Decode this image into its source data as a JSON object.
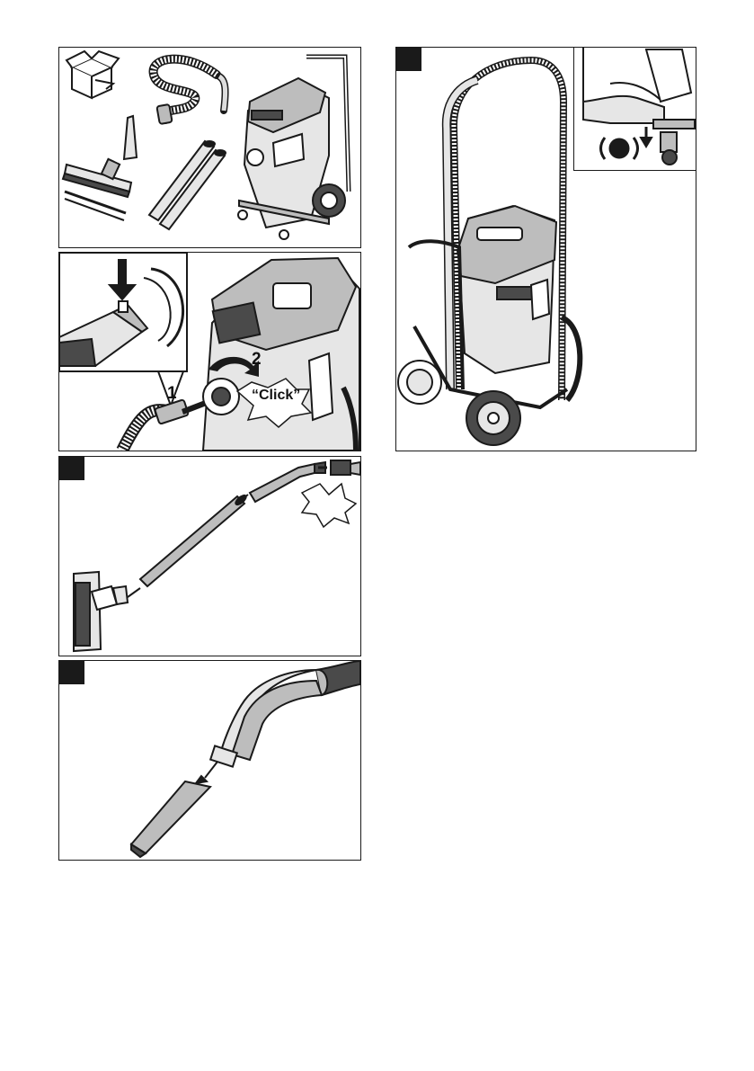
{
  "panels": [
    {
      "id": "scope-of-delivery",
      "label": "",
      "items": [
        "carton-icon",
        "suction-hose",
        "hose-handle",
        "crevice-nozzle",
        "floor-nozzle",
        "extension-tubes",
        "vacuum-cleaner"
      ]
    },
    {
      "id": "connect-hose",
      "label": "",
      "steps": [
        "1",
        "2"
      ],
      "sound": "“Click”"
    },
    {
      "id": "assemble-tubes",
      "label": ""
    },
    {
      "id": "attach-crevice-nozzle",
      "label": ""
    },
    {
      "id": "trolley-brake",
      "label": "",
      "icon": "brake-lock-icon"
    }
  ],
  "colors": {
    "line": "#1a1a1a",
    "tab": "#1a1a1a",
    "fill_light": "#e6e6e6",
    "fill_mid": "#bdbdbd",
    "fill_dark": "#4a4a4a"
  }
}
